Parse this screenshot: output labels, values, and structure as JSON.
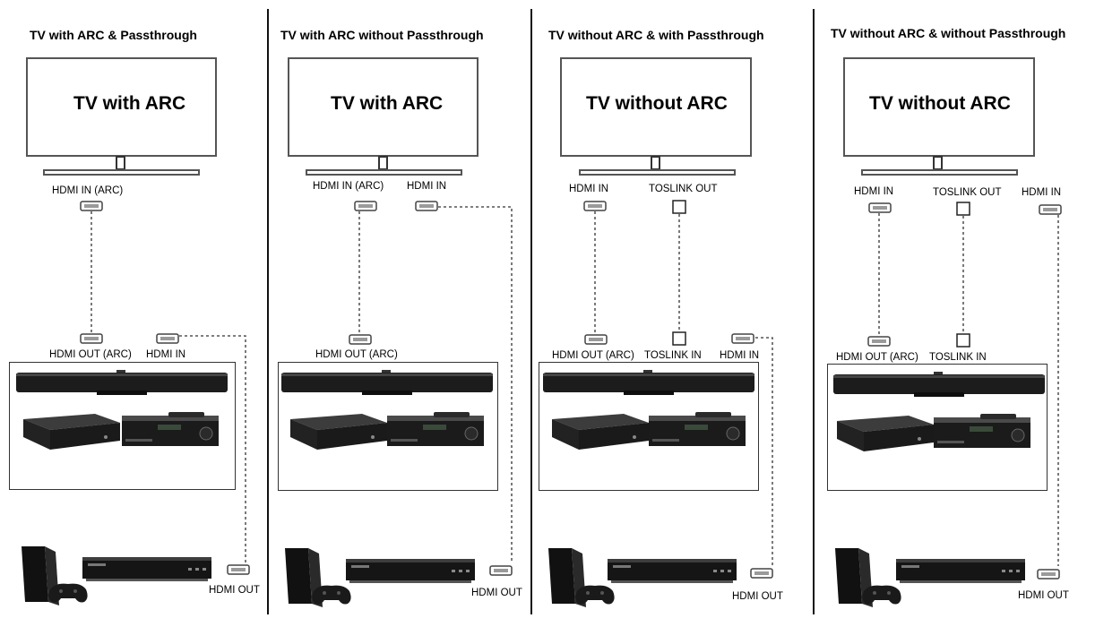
{
  "panels": [
    {
      "title": "TV with ARC & Passthrough",
      "tv_text": "TV with ARC",
      "tv_ports": [
        "HDMI IN (ARC)"
      ],
      "receiver_ports": [
        "HDMI OUT (ARC)",
        "HDMI IN"
      ],
      "source_port": "HDMI OUT"
    },
    {
      "title": "TV with ARC without Passthrough",
      "tv_text": "TV with ARC",
      "tv_ports": [
        "HDMI IN (ARC)",
        "HDMI IN"
      ],
      "receiver_ports": [
        "HDMI OUT (ARC)"
      ],
      "source_port": "HDMI OUT"
    },
    {
      "title": "TV without ARC & with Passthrough",
      "tv_text": "TV without ARC",
      "tv_ports": [
        "HDMI IN",
        "TOSLINK OUT"
      ],
      "receiver_ports": [
        "HDMI OUT (ARC)",
        "TOSLINK IN",
        "HDMI IN"
      ],
      "source_port": "HDMI OUT"
    },
    {
      "title": "TV without ARC & without  Passthrough",
      "tv_text": "TV without ARC",
      "tv_ports": [
        "HDMI IN",
        "TOSLINK OUT",
        "HDMI IN"
      ],
      "receiver_ports": [
        "HDMI OUT (ARC)",
        "TOSLINK IN"
      ],
      "source_port": "HDMI OUT"
    }
  ]
}
